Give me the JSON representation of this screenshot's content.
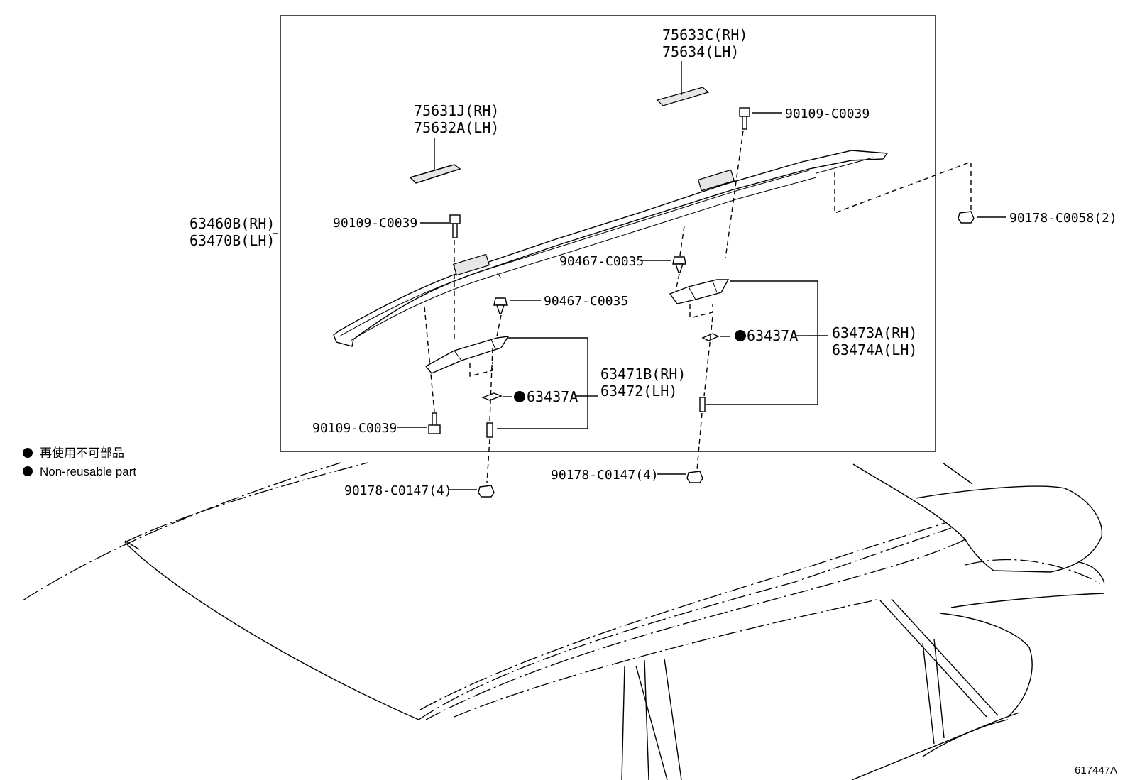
{
  "labels": {
    "rail_rh": "63460B(RH)",
    "rail_lh": "63470B(LH)",
    "cover_front_rh": "75631J(RH)",
    "cover_front_lh": "75632A(LH)",
    "cover_rear_rh": "75633C(RH)",
    "cover_rear_lh": "75634(LH)",
    "bolt_a": "90109-C0039",
    "bolt_b": "90109-C0039",
    "bolt_c": "90109-C0039",
    "clip_a": "90467-C0035",
    "clip_b": "90467-C0035",
    "nut_rear": "90178-C0058(2)",
    "nut_front": "90178-C0147(4)",
    "nut_mid": "90178-C0147(4)",
    "gasket_front": "63437A",
    "gasket_rear": "63437A",
    "leg_front_rh": "63471B(RH)",
    "leg_front_lh": "63472(LH)",
    "leg_rear_rh": "63473A(RH)",
    "leg_rear_lh": "63474A(LH)"
  },
  "legend": {
    "japanese": "再使用不可部品",
    "english": "Non-reusable part"
  },
  "diagram_code": "617447A",
  "colors": {
    "line": "#000000",
    "background": "#ffffff"
  }
}
